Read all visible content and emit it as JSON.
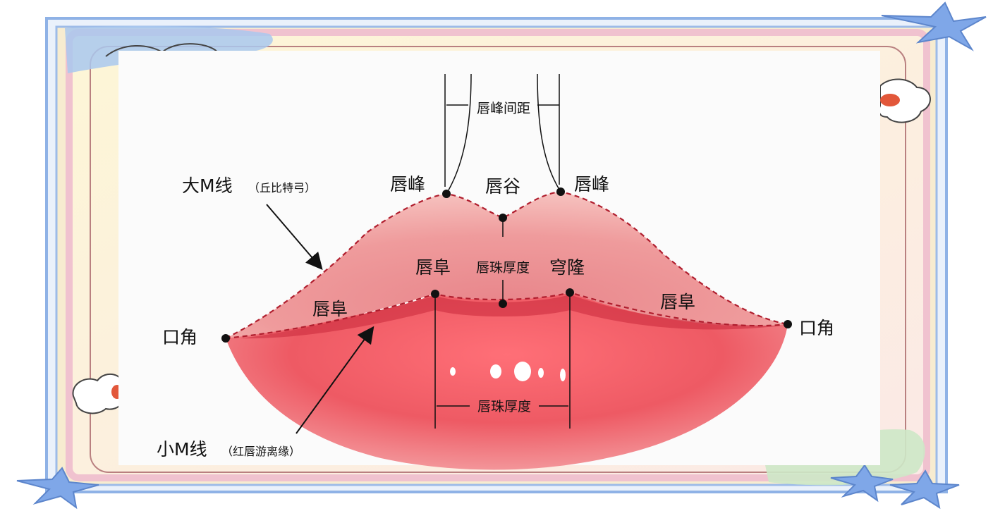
{
  "labels": {
    "peak_distance": "唇峰间距",
    "peak_left": "唇峰",
    "valley": "唇谷",
    "peak_right": "唇峰",
    "big_m": "大M线",
    "big_m_note": "（丘比特弓）",
    "mound_center_left": "唇阜",
    "tubercle_upper": "唇珠厚度",
    "dome": "穹隆",
    "mound_left": "唇阜",
    "mound_right": "唇阜",
    "corner_left": "口角",
    "corner_right": "口角",
    "tubercle_lower": "唇珠厚度",
    "small_m": "小M线",
    "small_m_note": "（红唇游离缘）"
  },
  "colors": {
    "frame_blue": "#8fb2e6",
    "frame_pink": "#f3c9d4",
    "frame_cream": "#fbf4d2",
    "star_blue": "#7fa7e8",
    "lip_light": "#f3a6a2",
    "lip_dark": "#e64a55",
    "dashed_line": "#b01e2e"
  }
}
